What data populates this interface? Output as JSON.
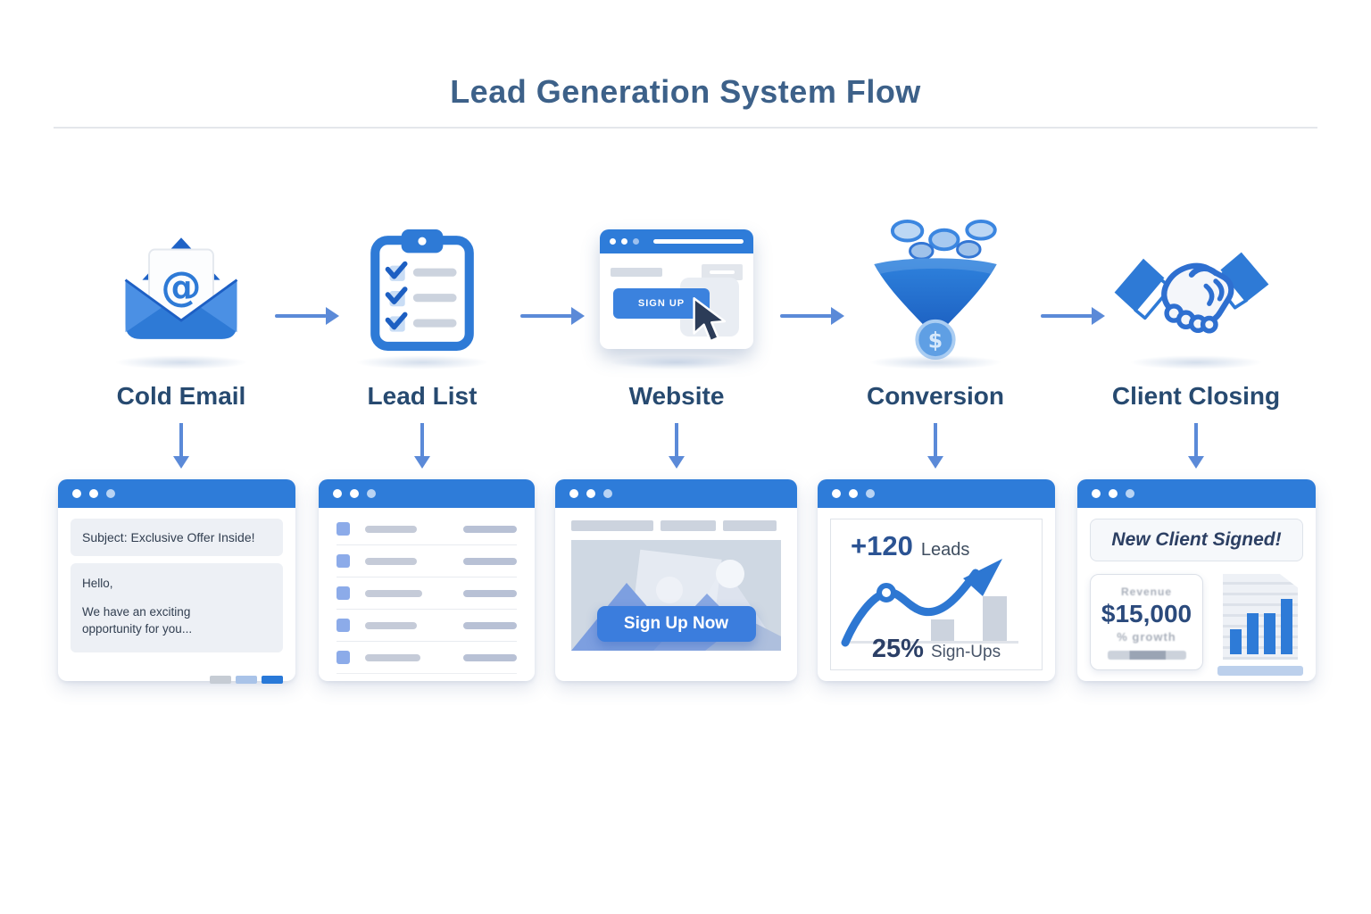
{
  "title": "Lead Generation System Flow",
  "colors": {
    "accent_blue": "#2e7cd9",
    "arrow_blue": "#5b8ad8",
    "title_text": "#3d6189",
    "label_text": "#274a70"
  },
  "stages": [
    {
      "label": "Cold Email",
      "icon": "envelope-at-icon",
      "glyph": "@"
    },
    {
      "label": "Lead List",
      "icon": "clipboard-checklist-icon"
    },
    {
      "label": "Website",
      "icon": "browser-cursor-icon",
      "button_label": "SIGN UP"
    },
    {
      "label": "Conversion",
      "icon": "funnel-coins-icon",
      "coin_symbol": "$"
    },
    {
      "label": "Client Closing",
      "icon": "handshake-icon"
    }
  ],
  "cards": {
    "cold_email": {
      "subject": "Subject: Exclusive Offer Inside!",
      "greeting": "Hello,",
      "body_line": "We have an exciting opportunity for you..."
    },
    "website": {
      "cta_label": "Sign Up Now"
    },
    "conversion": {
      "leads_value": "+120",
      "leads_label": "Leads",
      "signups_value": "25%",
      "signups_label": "Sign-Ups"
    },
    "client_closing": {
      "headline": "New Client Signed!",
      "revenue_label": "Revenue",
      "revenue_value": "$15,000",
      "growth_label": "% growth"
    }
  }
}
